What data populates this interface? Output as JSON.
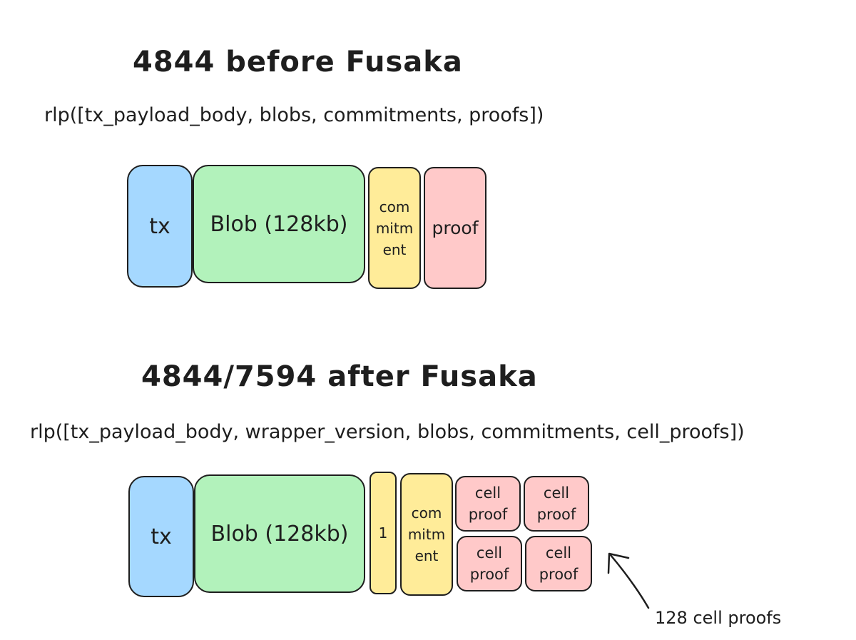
{
  "before": {
    "title": "4844 before Fusaka",
    "rlp": "rlp([tx_payload_body, blobs, commitments, proofs])",
    "boxes": {
      "tx": "tx",
      "blob": "Blob (128kb)",
      "commitment_lines": [
        "com",
        "mitm",
        "ent"
      ],
      "proof": "proof"
    }
  },
  "after": {
    "title": "4844/7594 after Fusaka",
    "rlp": "rlp([tx_payload_body, wrapper_version, blobs, commitments, cell_proofs])",
    "boxes": {
      "tx": "tx",
      "blob": "Blob (128kb)",
      "version": "1",
      "commitment_lines": [
        "com",
        "mitm",
        "ent"
      ],
      "cell_proof_lines": [
        "cell",
        "proof"
      ]
    },
    "annotation": "128 cell proofs"
  },
  "colors": {
    "tx": "#a5d8ff",
    "blob": "#b2f2bb",
    "commitment": "#ffec99",
    "proof": "#ffc9c9",
    "stroke": "#1e1e1e"
  },
  "icons": [
    "arrow-icon"
  ]
}
